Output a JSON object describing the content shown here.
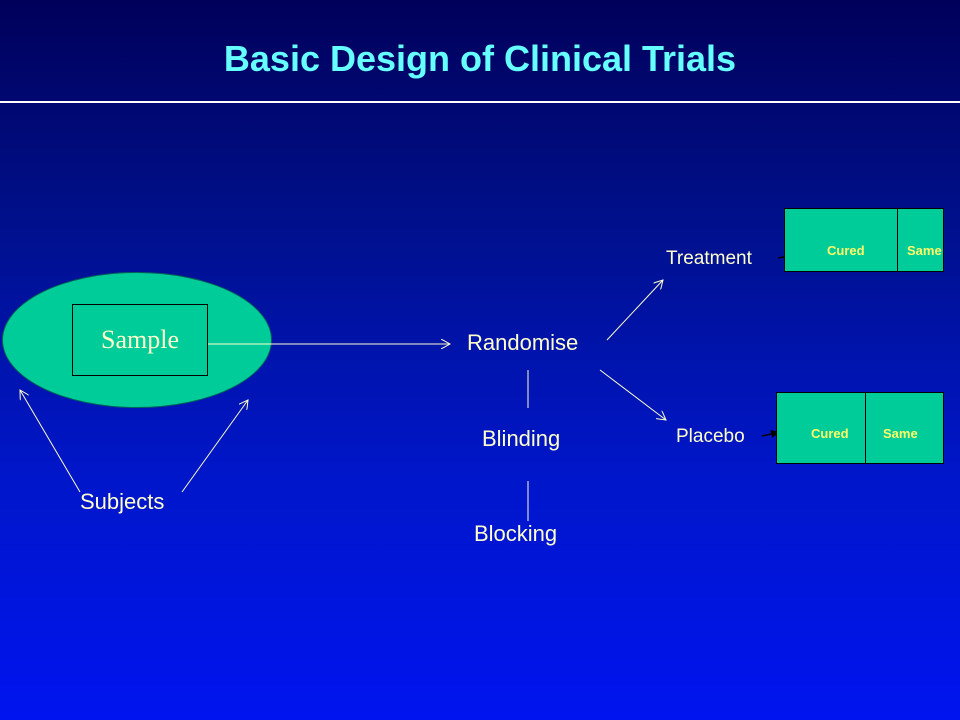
{
  "title": "Basic Design of Clinical Trials",
  "sample": "Sample",
  "subjects": "Subjects",
  "randomise": "Randomise",
  "blinding": "Blinding",
  "blocking": "Blocking",
  "treatment": {
    "label": "Treatment",
    "outcomes": [
      "Cured",
      "Same"
    ]
  },
  "placebo": {
    "label": "Placebo",
    "outcomes": [
      "Cured",
      "Same"
    ]
  },
  "colors": {
    "title": "#66ffff",
    "text": "#ffffcc",
    "shape_fill": "#00cc99",
    "outcome_text": "#ffff66"
  }
}
